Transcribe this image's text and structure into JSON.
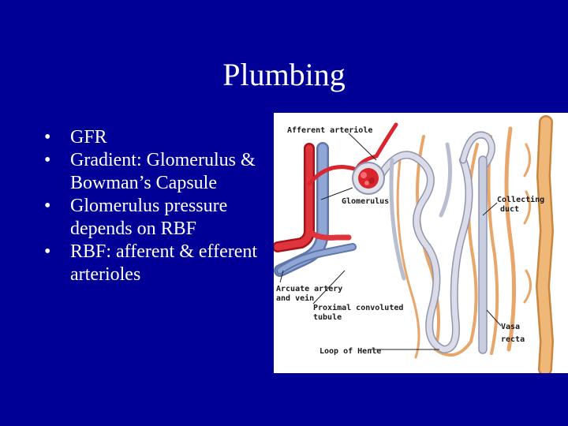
{
  "slide": {
    "title": "Plumbing",
    "bullet_glyph": "•",
    "bullets": [
      "GFR",
      "Gradient: Glomerulus & Bowman’s Capsule",
      "Glomerulus pressure depends on RBF",
      "RBF: afferent & efferent arterioles"
    ]
  },
  "figure": {
    "labels": {
      "afferent_arteriole": "Afferent arteriole",
      "glomerulus": "Glomerulus",
      "collecting_duct_1": "Collecting",
      "collecting_duct_2": "duct",
      "arcuate_1": "Arcuate artery",
      "arcuate_2": "and vein",
      "proximal_1": "Proximal convoluted",
      "proximal_2": "tubule",
      "vasa_1": "Vasa",
      "vasa_2": "recta",
      "loop": "Loop of Henle"
    },
    "colors": {
      "artery": "#d9262e",
      "vein": "#7f9ad0",
      "vasa": "#e8a66a",
      "tubule": "#d8d8e6"
    }
  }
}
